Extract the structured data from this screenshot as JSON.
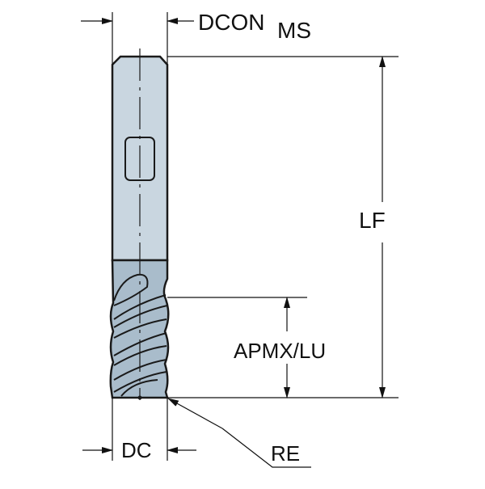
{
  "title": "End mill dimension diagram",
  "labels": {
    "dcon": "DCON",
    "dcon_sub": "MS",
    "lf": "LF",
    "apmx": "APMX/LU",
    "dc": "DC",
    "re": "RE"
  },
  "colors": {
    "shank": "#c9d6e0",
    "flutes": "#a9bccb",
    "outline": "#1a1a1a"
  }
}
